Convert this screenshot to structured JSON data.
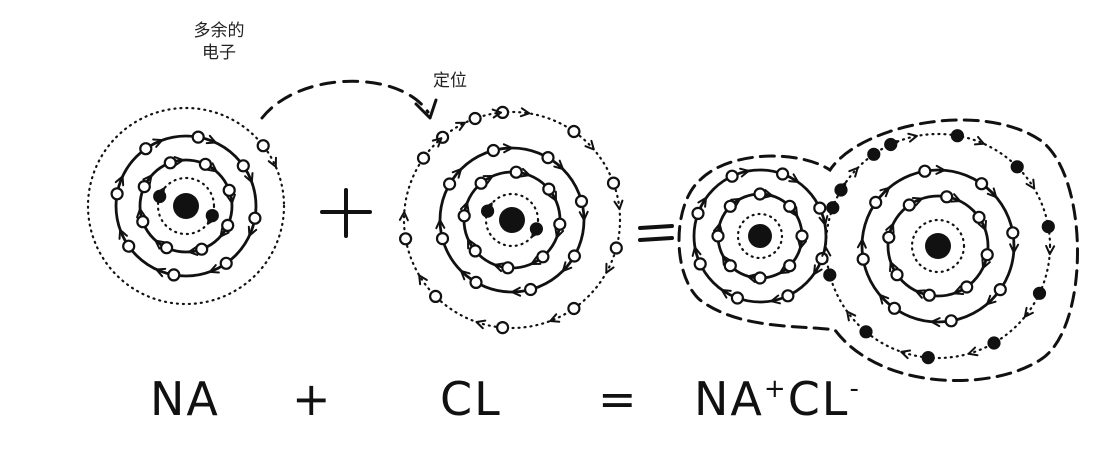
{
  "labels": {
    "extra_electron_line1": "多余的",
    "extra_electron_line2": "电子",
    "position": "定位"
  },
  "equation": {
    "na": "NA",
    "plus": "+",
    "cl": "CL",
    "equals": "=",
    "product_na": "NA",
    "product_na_charge": "+",
    "product_cl": "CL",
    "product_cl_charge": "-"
  },
  "colors": {
    "ink": "#111111",
    "background": "#ffffff"
  }
}
